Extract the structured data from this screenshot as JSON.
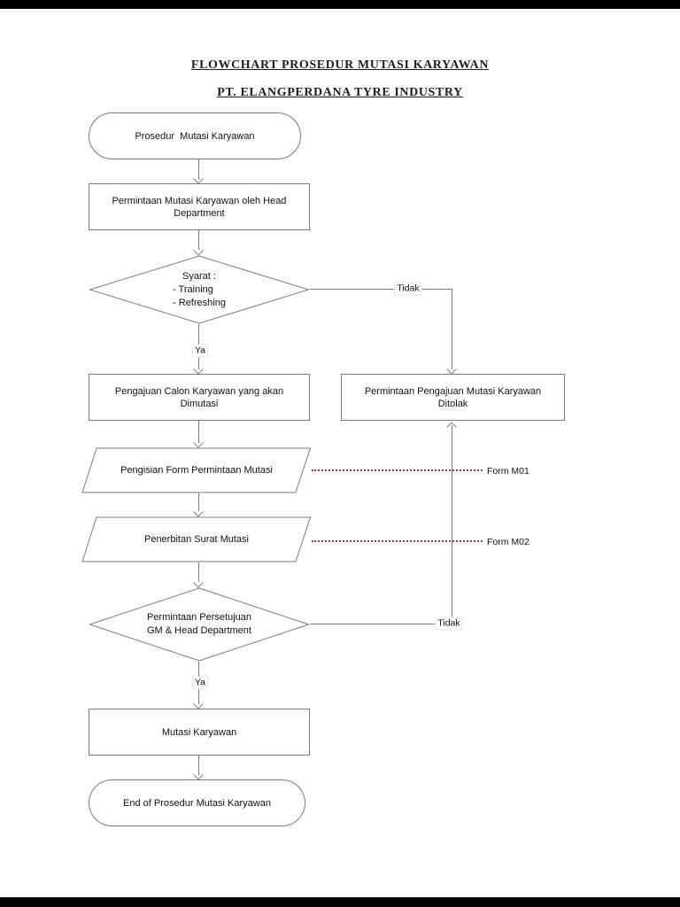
{
  "page": {
    "title": "FLOWCHART PROSEDUR MUTASI KARYAWAN",
    "subtitle": "PT. ELANGPERDANA TYRE INDUSTRY"
  },
  "flowchart": {
    "nodes": {
      "start": {
        "type": "terminator",
        "label": "Prosedur  Mutasi Karyawan"
      },
      "request": {
        "type": "process",
        "label": "Permintaan Mutasi Karyawan oleh Head Department"
      },
      "decision_syarat": {
        "type": "decision",
        "line1": "Syarat :",
        "line2": "- Training",
        "line3": "- Refreshing"
      },
      "rejected": {
        "type": "process",
        "label": "Permintaan Pengajuan Mutasi Karyawan Ditolak"
      },
      "propose": {
        "type": "process",
        "label": "Pengajuan Calon Karyawan yang akan Dimutasi"
      },
      "fill_form": {
        "type": "input-output",
        "label": "Pengisian Form Permintaan Mutasi"
      },
      "issue_letter": {
        "type": "input-output",
        "label": "Penerbitan Surat Mutasi"
      },
      "decision_approval": {
        "type": "decision",
        "line1": "Permintaan Persetujuan",
        "line2": "GM & Head Department"
      },
      "mutation": {
        "type": "process",
        "label": "Mutasi Karyawan"
      },
      "end": {
        "type": "terminator",
        "label": "End of Prosedur Mutasi Karyawan"
      }
    },
    "edge_labels": {
      "no1": "Tidak",
      "yes1": "Ya",
      "no2": "Tidak",
      "yes2": "Ya"
    },
    "annotations": {
      "form1": "Form M01",
      "form2": "Form M02"
    },
    "colors": {
      "line": "#7b7b7b",
      "annotation_line": "#a3393e",
      "text": "#1a1a1a",
      "page_background": "#ffffff",
      "letterbox": "#000000"
    }
  }
}
